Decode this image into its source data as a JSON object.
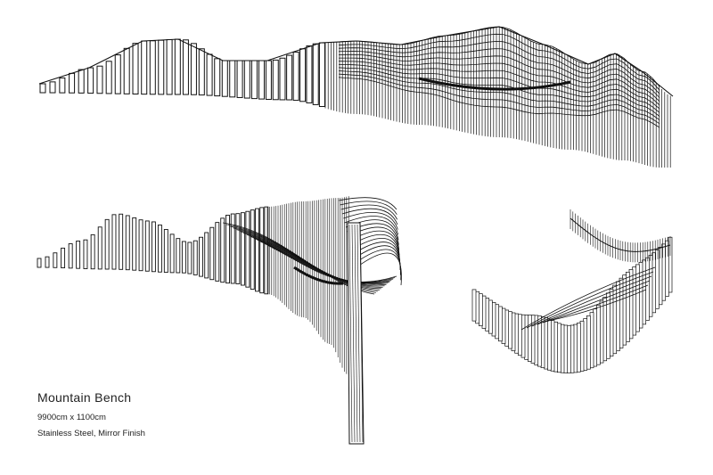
{
  "caption": {
    "title": "Mountain Bench",
    "dimensions": "9900cm x 1100cm",
    "material": "Stainless Steel, Mirror Finish"
  },
  "style": {
    "line_color": "#111111",
    "background": "#ffffff"
  },
  "views": [
    {
      "name": "front-elevation-view"
    },
    {
      "name": "perspective-view-left"
    },
    {
      "name": "perspective-view-right"
    }
  ]
}
